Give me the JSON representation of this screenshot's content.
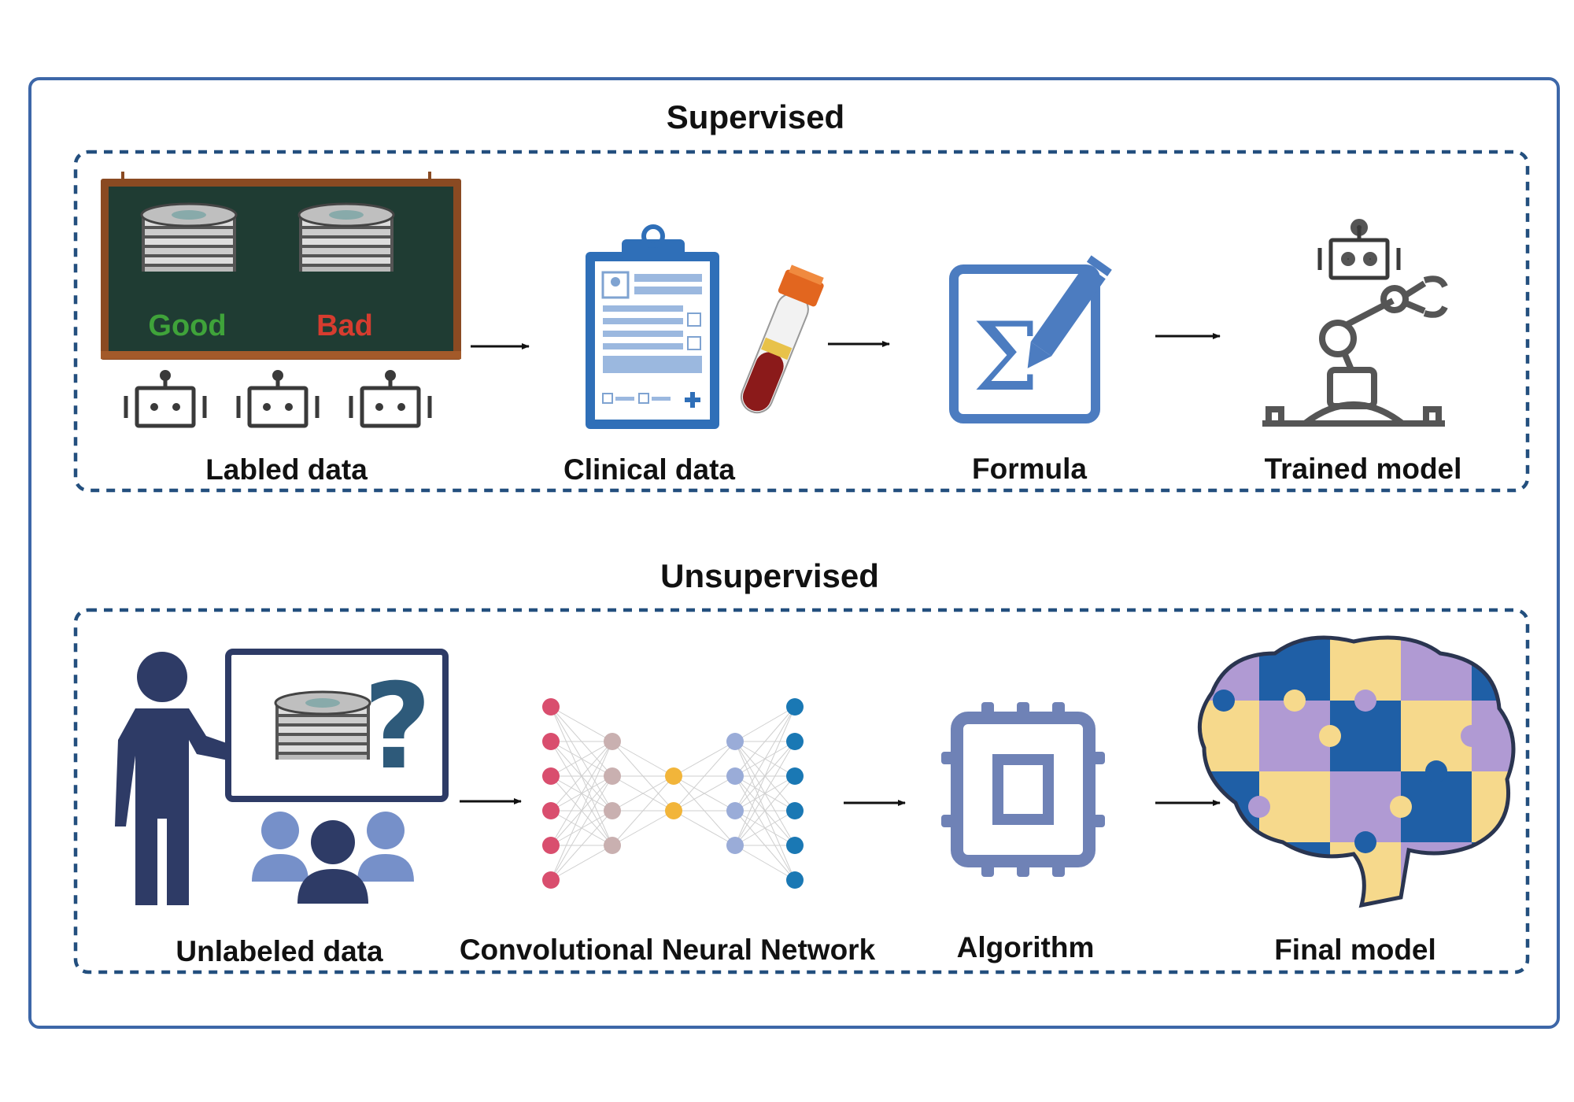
{
  "supervised": {
    "title": "Supervised",
    "board_good": "Good",
    "board_bad": "Bad",
    "steps": [
      "Labled data",
      "Clinical data",
      "Formula",
      "Trained model"
    ]
  },
  "unsupervised": {
    "title": "Unsupervised",
    "steps": [
      "Unlabeled data",
      "Convolutional Neural Network",
      "Algorithm",
      "Final model"
    ]
  },
  "colors": {
    "frame": "#3d67a8",
    "dashed_box": "#234f7e",
    "good": "#3fa33a",
    "bad": "#d63c2f",
    "icon_blue": "#4c7cc0",
    "robot": "#3a3a3a",
    "person": "#2e3b66",
    "puzzle_blue": "#1f5fa6",
    "puzzle_yellow": "#f6d98c",
    "puzzle_purple": "#b09ad3"
  }
}
